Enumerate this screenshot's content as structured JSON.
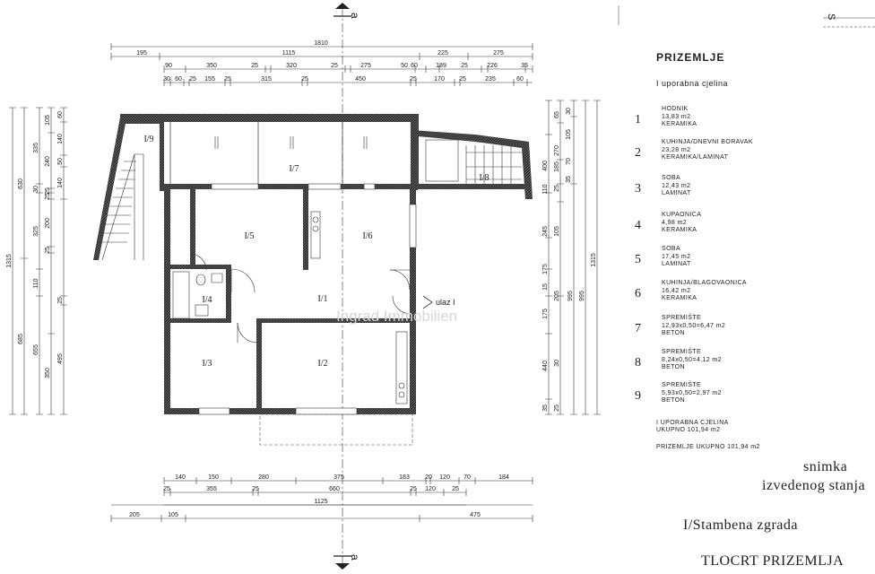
{
  "legend": {
    "title": "PRIZEMLJE",
    "unit": "I uporabna cjelina",
    "rooms": [
      {
        "num": "1",
        "name": "HODNIK",
        "area": "13,83 m2",
        "floor": "KERAMIKA"
      },
      {
        "num": "2",
        "name": "KUHINJA/DNEVNI BORAVAK",
        "area": "23,28 m2",
        "floor": "KERAMIKA/LAMINAT"
      },
      {
        "num": "3",
        "name": "SOBA",
        "area": "12,43 m2",
        "floor": "LAMINAT"
      },
      {
        "num": "4",
        "name": "KUPAONICA",
        "area": "4,98 m2",
        "floor": "KERAMIKA"
      },
      {
        "num": "5",
        "name": "SOBA",
        "area": "17,45 m2",
        "floor": "LAMINAT"
      },
      {
        "num": "6",
        "name": "KUHINJA/BLAGOVAONICA",
        "area": "16,42 m2",
        "floor": "KERAMIKA"
      },
      {
        "num": "7",
        "name": "SPREMIŠTE",
        "area": "12,93x0,50=6,47 m2",
        "floor": "BETON"
      },
      {
        "num": "8",
        "name": "SPREMIŠTE",
        "area": "8,24x0,50=4,12 m2",
        "floor": "BETON"
      },
      {
        "num": "9",
        "name": "SPREMIŠTE",
        "area": "5,93x0,50=2,97 m2",
        "floor": "BETON"
      }
    ],
    "total_unit_1": "I UPORABNA CJELINA",
    "total_unit_2": "UKUPNO 101,94 m2",
    "total_floor": "PRIZEMLJE UKUPNO 101,94 m2"
  },
  "titles": {
    "line1": "snimka",
    "line2": "izvedenog stanja",
    "building": "I/Stambena zgrada",
    "drawing": "TLOCRT PRIZEMLJA"
  },
  "plan": {
    "section_label": "a",
    "north_label": "S",
    "entrance": "ulaz I",
    "watermark": "Ingrad Immobilien",
    "room_labels": [
      "I/9",
      "I/7",
      "I/5",
      "I/6",
      "I/8",
      "I/4",
      "I/1",
      "I/3",
      "I/2"
    ],
    "dims_top_total": "1810",
    "dims_top_row1": [
      "195",
      "1115",
      "225",
      "275"
    ],
    "dims_top_row2": [
      "90",
      "350",
      "25",
      "320",
      "25",
      "275",
      "50",
      "60",
      "189",
      "25",
      "226",
      "35"
    ],
    "dims_top_row3": [
      "30",
      "60",
      "25",
      "155",
      "25",
      "315",
      "25",
      "450",
      "25",
      "170",
      "25",
      "235",
      "60"
    ],
    "dims_bottom_row1": [
      "140",
      "150",
      "280",
      "375",
      "183",
      "20",
      "120",
      "70",
      "184"
    ],
    "dims_bottom_row2": [
      "25",
      "355",
      "25",
      "660",
      "25",
      "120",
      "25"
    ],
    "dims_bottom_total": "1125",
    "dims_bottom_row3": [
      "205",
      "105",
      "475"
    ],
    "dims_left_total": "1315",
    "dims_left_a": [
      "630",
      "685"
    ],
    "dims_left_b": [
      "335",
      "30",
      "325",
      "110",
      "655"
    ],
    "dims_left_c": [
      "105",
      "240",
      "25",
      "25",
      "200",
      "25",
      "350"
    ],
    "dims_left_d": [
      "60",
      "140",
      "50",
      "140",
      "25",
      "495"
    ],
    "dims_right_total": "1315",
    "dims_right_a": [
      "995",
      "995"
    ],
    "dims_right_b": [
      "400",
      "110",
      "245",
      "175",
      "15",
      "175",
      "440",
      "35"
    ],
    "dims_right_c": [
      "65",
      "270",
      "185",
      "25",
      "105",
      "205",
      "30",
      "25"
    ],
    "dims_right_d": [
      "30",
      "105",
      "70",
      "35"
    ]
  }
}
